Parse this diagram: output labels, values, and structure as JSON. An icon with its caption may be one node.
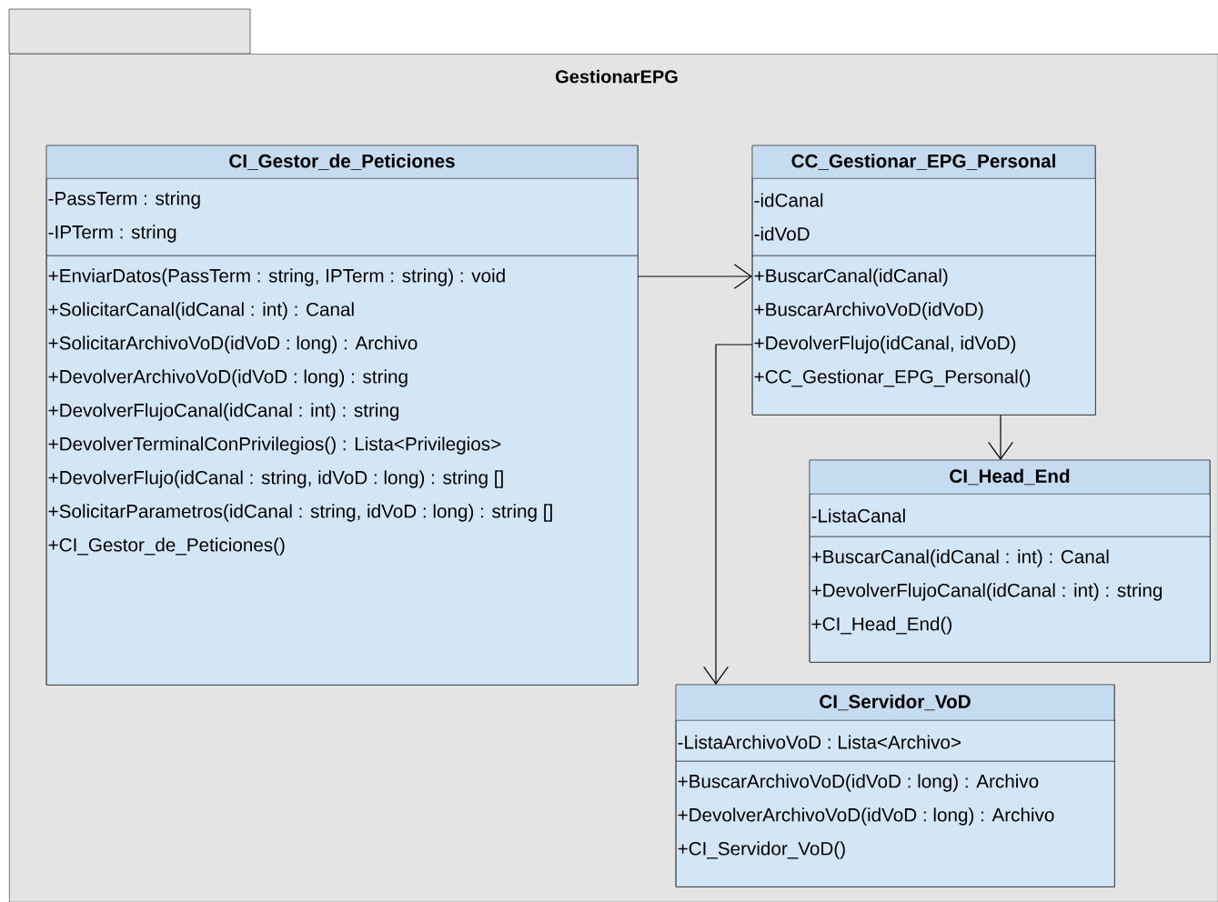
{
  "diagram": {
    "nodes": [
      {
        "text": [
          "GestionarEPG"
        ]
      },
      {
        "text": [
          "CI_Gestor_de_Peticiones"
        ],
        "in": 0
      },
      {
        "text": [
          "-PassTerm : string",
          "-IPTerm : string"
        ],
        "in": 1
      },
      {
        "text": [
          "+EnviarDatos(PassTerm : string, IPTerm : string) : void",
          "+SolicitarCanal(idCanal : int) : Canal",
          "+SolicitarArchivoVoD(idVoD : long) : Archivo",
          "+DevolverArchivoVoD(idVoD : long) : string",
          "+DevolverFlujoCanal(idCanal : int) : string",
          "+DevolverTerminalConPrivilegios() : Lista<Privilegios>",
          "+DevolverFlujo(idCanal : string, idVoD : long) : string []",
          "+SolicitarParametros(idCanal : string, idVoD : long) : string []",
          "+CI_Gestor_de_Peticiones()"
        ],
        "in": 1
      },
      {
        "text": [
          "CC_Gestionar_EPG_Personal"
        ],
        "in": 0
      },
      {
        "text": [
          "-idCanal",
          "-idVoD"
        ],
        "in": 4
      },
      {
        "text": [
          "+BuscarCanal(idCanal)",
          "+BuscarArchivoVoD(idVoD)",
          "+DevolverFlujo(idCanal, idVoD)",
          "+CC_Gestionar_EPG_Personal()"
        ],
        "in": 4
      },
      {
        "text": [
          "CI_Head_End"
        ],
        "in": 0
      },
      {
        "text": [
          "-ListaCanal"
        ],
        "in": 7
      },
      {
        "text": [
          "+BuscarCanal(idCanal : int) : Canal",
          "+DevolverFlujoCanal(idCanal : int) : string",
          "+CI_Head_End()"
        ],
        "in": 7
      },
      {
        "text": [
          "CI_Servidor_VoD"
        ],
        "in": 0
      },
      {
        "text": [
          "-ListaArchivoVoD : Lista<Archivo>"
        ],
        "in": 10
      },
      {
        "text": [
          "+BuscarArchivoVoD(idVoD : long) : Archivo",
          "+DevolverArchivoVoD(idVoD : long) : Archivo",
          "+CI_Servidor_VoD()"
        ],
        "in": 10
      }
    ],
    "edges": [
      {
        "from": 3,
        "to": 6,
        "arrow": "to"
      },
      {
        "from": 6,
        "to": 7,
        "arrow": "to"
      },
      {
        "from": 6,
        "to": 10,
        "arrow": "to"
      }
    ]
  }
}
